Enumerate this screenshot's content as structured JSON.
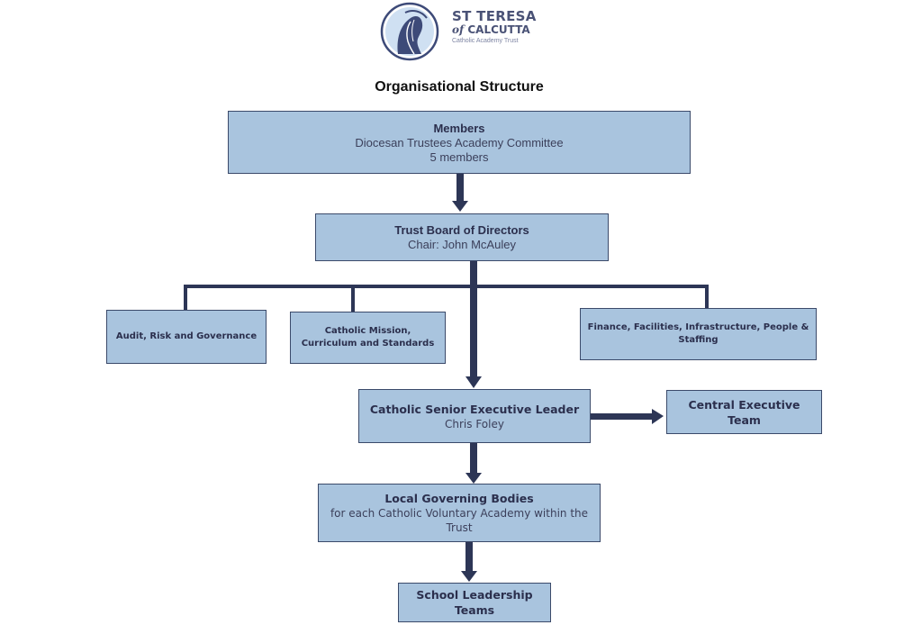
{
  "logo": {
    "line1": "ST TERESA",
    "line2_of": "of",
    "line2_rest": "CALCUTTA",
    "line3": "Catholic Academy Trust"
  },
  "page_title": "Organisational Structure",
  "colors": {
    "box_fill": "#a9c4de",
    "box_border": "#3b4a6a",
    "connector": "#2d3656"
  },
  "chart": {
    "members": {
      "title": "Members",
      "subtitle": "Diocesan Trustees Academy Committee 5 members"
    },
    "board": {
      "title": "Trust Board of Directors",
      "subtitle": "Chair: John McAuley"
    },
    "committees": [
      {
        "title": "Audit, Risk and Governance"
      },
      {
        "title": "Catholic Mission, Curriculum and Standards"
      },
      {
        "title": "Finance, Facilities, Infrastructure, People & Staffing"
      }
    ],
    "ceo": {
      "title": "Catholic Senior Executive Leader",
      "subtitle": "Chris Foley"
    },
    "central_team": {
      "title": "Central Executive Team"
    },
    "lgb": {
      "title": "Local Governing Bodies",
      "subtitle": "for each Catholic Voluntary Academy within the Trust"
    },
    "slt": {
      "title": "School Leadership Teams"
    }
  }
}
